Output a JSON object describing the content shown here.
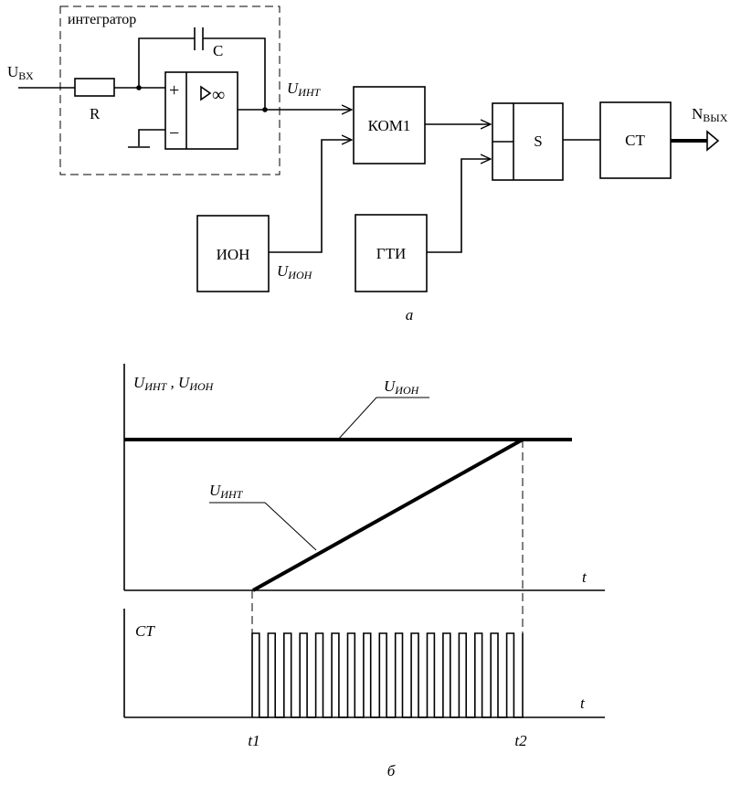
{
  "diagram_a": {
    "integrator_label": "интегратор",
    "input_label_main": "U",
    "input_label_sub": "ВХ",
    "resistor_label": "R",
    "capacitor_label": "C",
    "opamp_plus": "+",
    "opamp_minus": "−",
    "opamp_gain": "∞",
    "u_int_main": "U",
    "u_int_sub": "ИНТ",
    "comparator_label": "КОМ1",
    "ion_label": "ИОН",
    "u_ion_main": "U",
    "u_ion_sub": "ИОН",
    "gti_label": "ГТИ",
    "and_label": "S",
    "counter_label": "СТ",
    "output_main": "N",
    "output_sub": "ВЫХ",
    "caption": "а"
  },
  "diagram_b": {
    "top_axis_label_1_main": "U",
    "top_axis_label_1_sub": "ИНТ",
    "top_axis_sep": " , ",
    "top_axis_label_2_main": "U",
    "top_axis_label_2_sub": "ИОН",
    "ion_line_label_main": "U",
    "ion_line_label_sub": "ИОН",
    "int_line_label_main": "U",
    "int_line_label_sub": "ИНТ",
    "top_t_label": "t",
    "bottom_axis_label": "СТ",
    "bottom_t_label": "t",
    "t1_label": "t1",
    "t2_label": "t2",
    "pulse_count": 17,
    "caption": "б"
  }
}
